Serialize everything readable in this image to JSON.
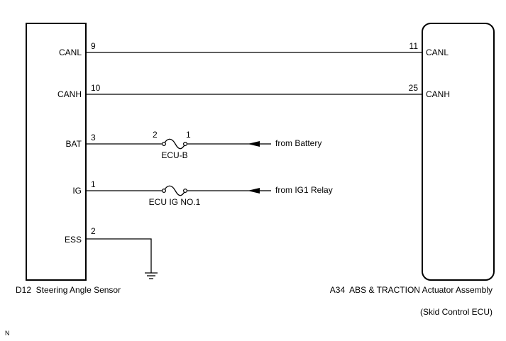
{
  "left_component": {
    "caption": "D12  Steering Angle Sensor",
    "terminals": [
      {
        "name": "CANL",
        "pin": "9"
      },
      {
        "name": "CANH",
        "pin": "10"
      },
      {
        "name": "BAT",
        "pin": "3"
      },
      {
        "name": "IG",
        "pin": "1"
      },
      {
        "name": "ESS",
        "pin": "2"
      }
    ]
  },
  "right_component": {
    "caption": "A34  ABS & TRACTION Actuator Assembly",
    "subcaption": "(Skid Control ECU)",
    "terminals": [
      {
        "name": "CANL",
        "pin": "11"
      },
      {
        "name": "CANH",
        "pin": "25"
      }
    ]
  },
  "fuses": [
    {
      "name": "ECU-B",
      "pin_left": "2",
      "pin_right": "1",
      "source": "from Battery"
    },
    {
      "name": "ECU IG NO.1",
      "source": "from IG1 Relay"
    }
  ],
  "corner_mark": "N"
}
